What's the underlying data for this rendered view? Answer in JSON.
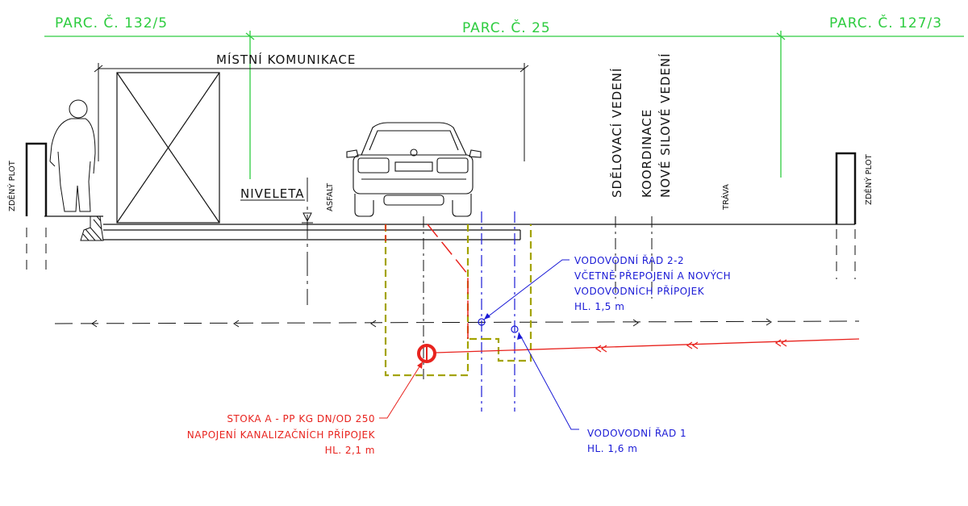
{
  "parcels": {
    "left": "PARC. Č. 132/5",
    "center": "PARC. Č. 25",
    "right": "PARC. Č. 127/3"
  },
  "road": {
    "title": "MÍSTNÍ KOMUNIKACE"
  },
  "labels": {
    "niveleta": "NIVELETA",
    "asfalt": "ASFALT",
    "fence_left": "ZDĚNÝ PLOT",
    "fence_right": "ZDĚNÝ PLOT",
    "sdelovaci": "SDĚLOVACÍ VEDENÍ",
    "koordinace": "KOORDINACE",
    "silove": "NOVÉ SILOVÉ VEDENÍ",
    "trava": "TRÁVA"
  },
  "water_2_2": {
    "line1": "VODOVODNÍ ŘAD 2-2",
    "line2": "VČETNĚ PŘEPOJENÍ A NOVÝCH",
    "line3": "VODOVODNÍCH PŘÍPOJEK",
    "line4": "HL. 1,5 m"
  },
  "water_1": {
    "line1": "VODOVODNÍ ŘAD 1",
    "line2": "HL. 1,6 m"
  },
  "sewer": {
    "line1": "STOKA A - PP KG DN/OD 250",
    "line2": "NAPOJENÍ KANALIZAČNÍCH PŘÍPOJEK",
    "line3": "HL. 2,1 m"
  },
  "colors": {
    "green": "#2ecc40",
    "red": "#e8231e",
    "blue": "#1a1ad6",
    "olive": "#a3a300",
    "black": "#111111"
  }
}
